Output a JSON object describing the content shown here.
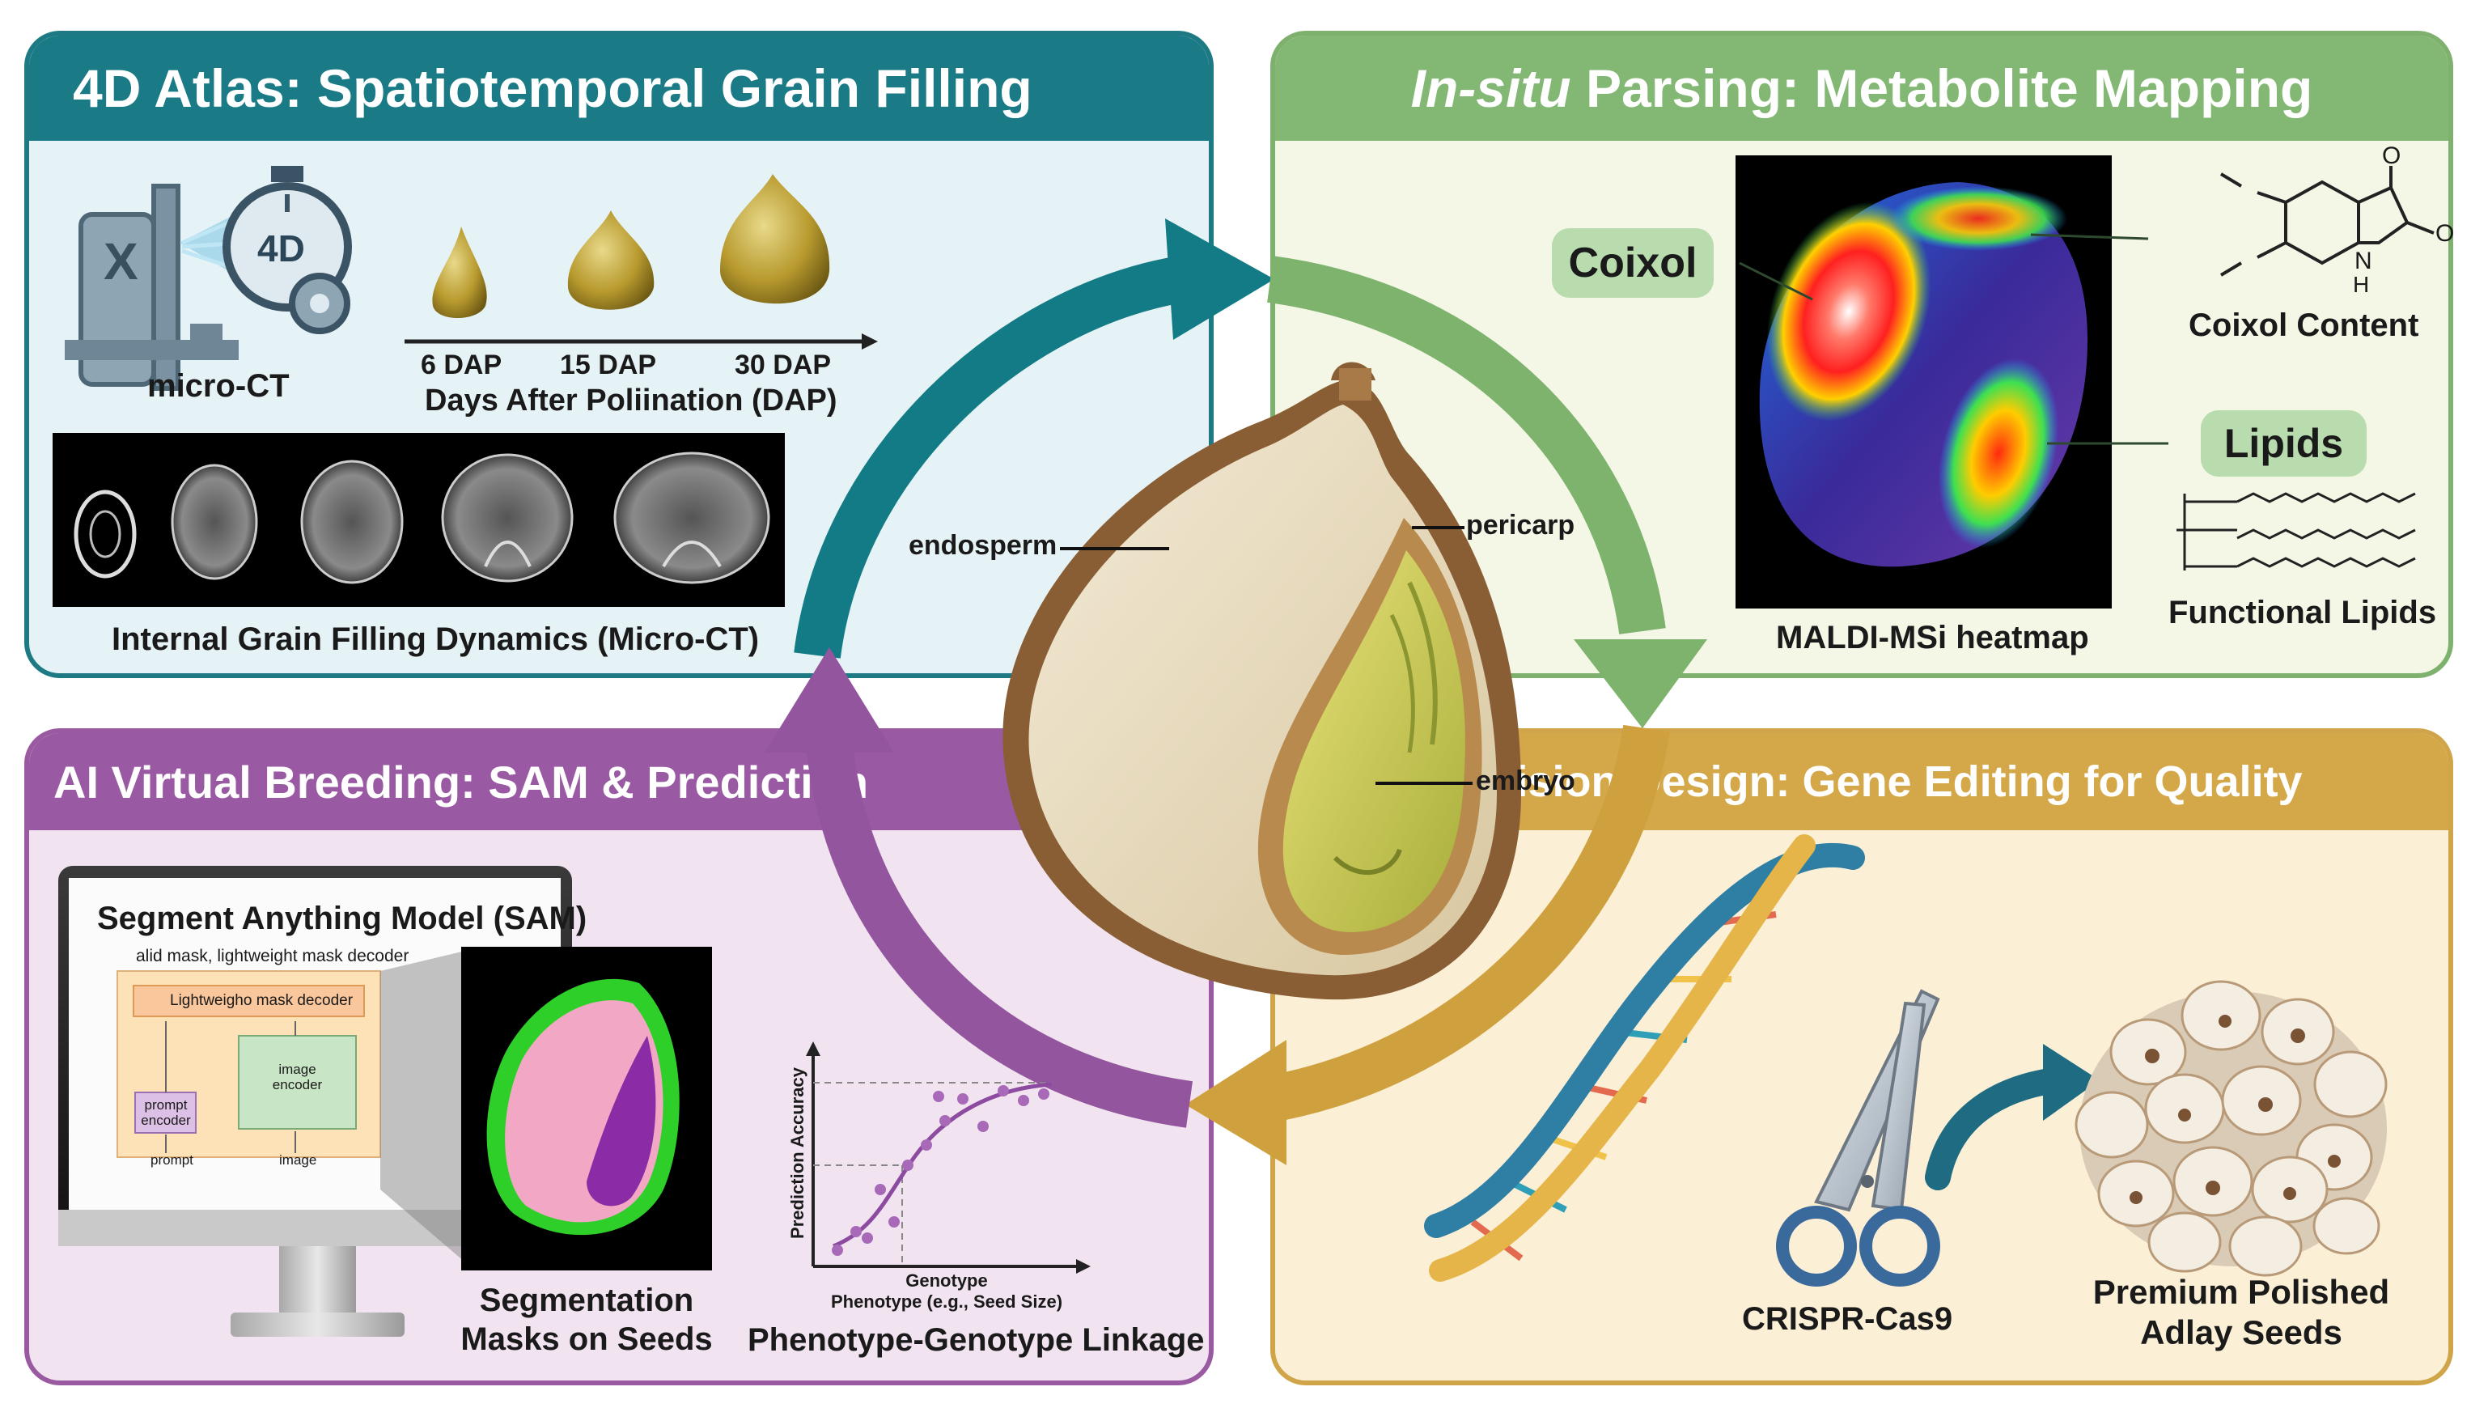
{
  "panel1": {
    "title": "4D Atlas: Spatiotemporal Grain Filling",
    "microct_label": "micro-CT",
    "timer_text": "4D",
    "xray_letter": "X",
    "dap": [
      "6 DAP",
      "15 DAP",
      "30 DAP"
    ],
    "axis_label": "Days After Poliination (DAP)",
    "caption": "Internal Grain Filling Dynamics (Micro-CT)"
  },
  "panel2": {
    "title_italic": "In-situ",
    "title_rest": " Parsing: Metabolite Mapping",
    "coixol_tag": "Coixol",
    "lipids_tag": "Lipids",
    "coixol_content": "Coixol Content",
    "functional_lipids": "Functional Lipids",
    "heatmap_caption": "MALDI-MSi heatmap",
    "mol_o1": "O",
    "mol_o2": "O",
    "mol_nh": "N",
    "mol_h": "H"
  },
  "panel3": {
    "title": "AI Virtual Breeding: SAM & Prediction",
    "sam_title": "Segment Anything Model (SAM)",
    "sam_sub": "alid mask, lightweight mask decoder",
    "decoder": "Lightweigho mask decoder",
    "prompt_encoder": "prompt encoder",
    "image_encoder": "image encoder",
    "prompt_in": "prompt",
    "image_in": "image",
    "seg_caption_1": "Segmentation",
    "seg_caption_2": "Masks on Seeds",
    "y_axis": "Prediction Accuracy",
    "x_axis_1": "Genotype",
    "x_axis_2": "Phenotype (e.g., Seed Size)",
    "linkage": "Phenotype-Genotype Linkage"
  },
  "panel4": {
    "title": "Precision Design: Gene Editing for Quality",
    "crispr": "CRISPR-Cas9",
    "seeds_1": "Premium Polished",
    "seeds_2": "Adlay Seeds"
  },
  "center": {
    "endosperm": "endosperm",
    "pericarp": "pericarp",
    "embryo": "embryo"
  },
  "colors": {
    "teal": "#1a7b87",
    "green": "#83b774",
    "purple": "#9a5aa3",
    "gold": "#d4a748"
  }
}
